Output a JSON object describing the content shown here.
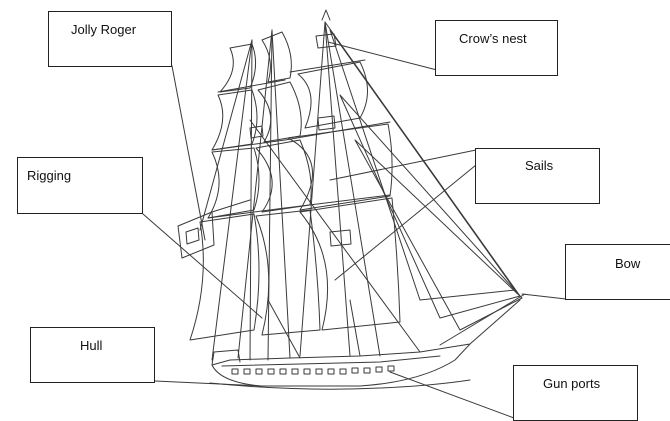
{
  "diagram": {
    "labels": {
      "jolly_roger": "Jolly Roger",
      "crows_nest": "Crow’s nest",
      "sails": "Sails",
      "rigging": "Rigging",
      "bow": "Bow",
      "hull": "Hull",
      "gun_ports": "Gun ports"
    },
    "colors": {
      "line": "#3a3a3a",
      "box_border": "#222222",
      "background": "#ffffff"
    }
  }
}
